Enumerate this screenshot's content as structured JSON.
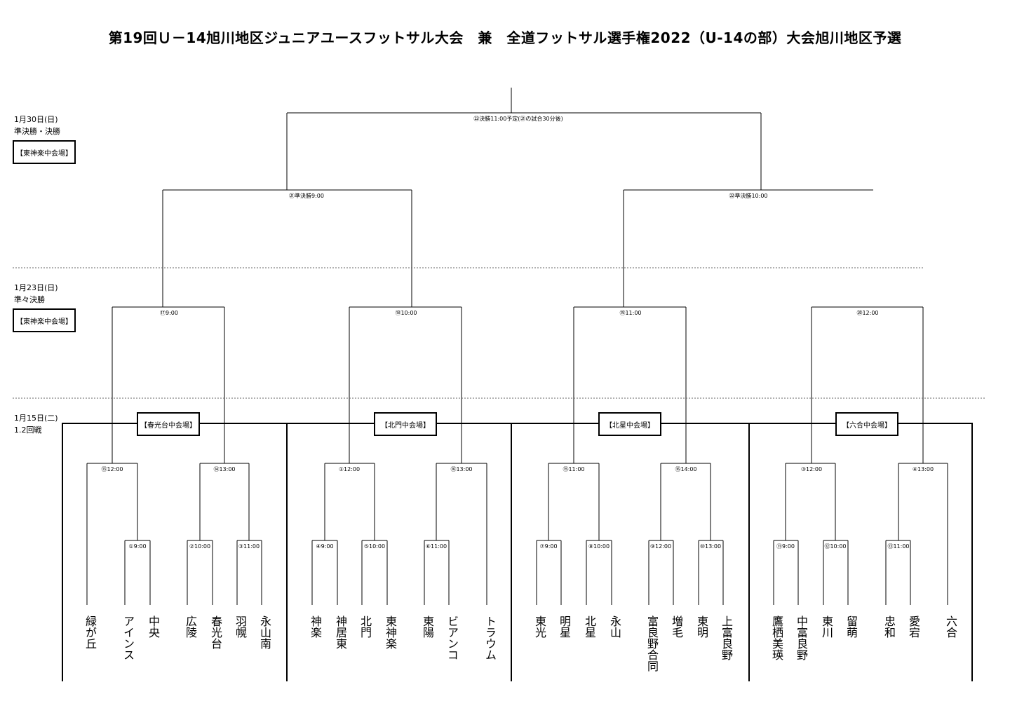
{
  "title": "第19回Ｕ－14旭川地区ジュニアユースフットサル大会　兼　全道フットサル選手権2022（U-14の部）大会旭川地区予選",
  "days": [
    {
      "date": "1月30日(日)",
      "stage": "準決勝・決勝",
      "venue": "【東神楽中会場】"
    },
    {
      "date": "1月23日(日)",
      "stage": "準々決勝",
      "venue": "【東神楽中会場】"
    },
    {
      "date": "1月15日(二)",
      "stage": "1.2回戦"
    }
  ],
  "venues": [
    "【春光台中会場】",
    "【北門中会場】",
    "【北星中会場】",
    "【六合中会場】"
  ],
  "match_times": {
    "final": "㉒決勝11:00予定(㉑の試合30分後)",
    "sf1": "㉑準決勝9:00",
    "sf2": "㉒準決勝10:00",
    "qf1": "⑰9:00",
    "qf2": "⑱10:00",
    "qf3": "⑲11:00",
    "qf4": "⑳12:00",
    "r2": [
      "⑬12:00",
      "⑭13:00",
      "①12:00",
      "⑯13:00",
      "⑮11:00",
      "⑯14:00",
      "③12:00",
      "④13:00"
    ],
    "r1": [
      "①9:00",
      "②10:00",
      "③11:00",
      "④9:00",
      "⑤10:00",
      "⑥11:00",
      "⑦9:00",
      "⑧10:00",
      "⑨12:00",
      "⑩13:00",
      "⑪9:00",
      "⑫10:00",
      "⑬11:00"
    ]
  },
  "teams": [
    "緑が丘",
    "アインス",
    "中央",
    "広陵",
    "春光台",
    "羽幌",
    "永山南",
    "神楽",
    "神居東",
    "北門",
    "東神楽",
    "東陽",
    "ビアンコ",
    "トラウム",
    "東光",
    "明星",
    "北星",
    "永山",
    "富良野合同",
    "増毛",
    "東明",
    "上富良野",
    "鷹栖美瑛",
    "中富良野",
    "東川",
    "留萌",
    "忠和",
    "愛宕",
    "六合"
  ]
}
